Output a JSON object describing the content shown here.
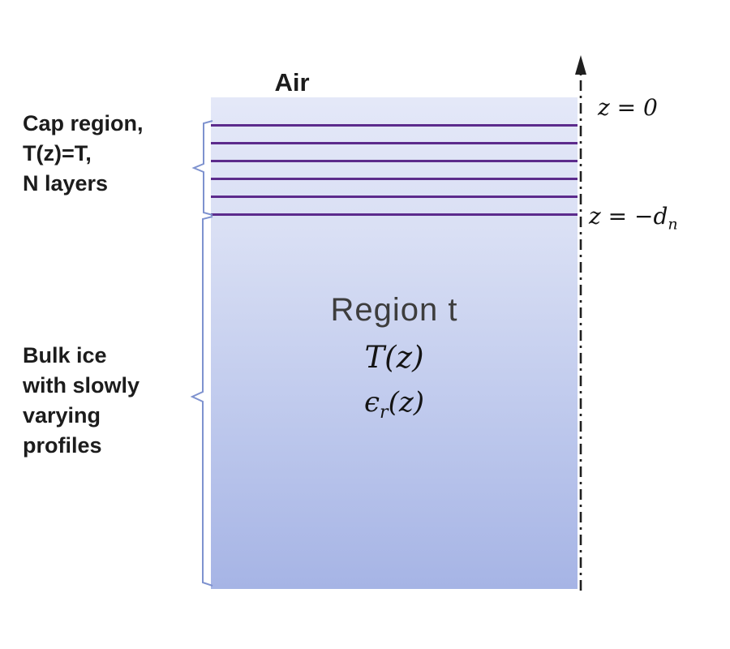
{
  "diagram": {
    "air_label": "Air",
    "region_label": "Region t",
    "temperature_profile": "T(z)",
    "permittivity_base": "ϵ",
    "permittivity_sub": "r",
    "permittivity_args": "(z)",
    "axis": {
      "z0_label": "z = 0",
      "zdn_base": "z = −d",
      "zdn_sub": "n"
    },
    "cap_label_lines": [
      "Cap region,",
      "T(z)=T,",
      "N layers"
    ],
    "bulk_label_lines": [
      "Bulk ice",
      "with slowly",
      "varying",
      "profiles"
    ],
    "layer_count": 6,
    "colors": {
      "gradient_top": "#e4e8f8",
      "gradient_bottom": "#a6b4e5",
      "layer_line": "#5c2b8c",
      "brace": "#7e92cf",
      "axis": "#1f1f1f"
    }
  }
}
